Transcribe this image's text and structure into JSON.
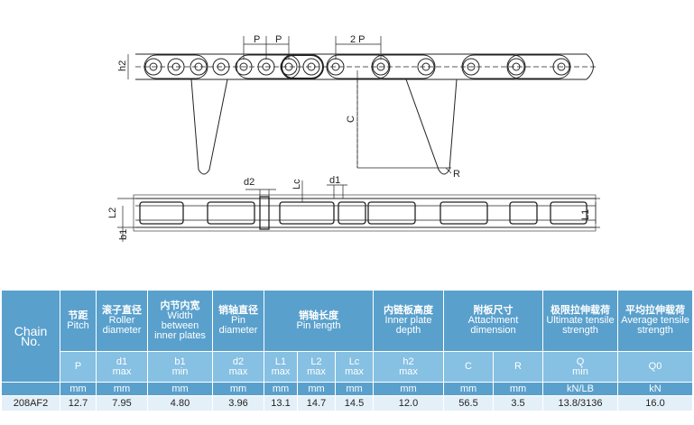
{
  "drawing": {
    "labels": {
      "p1": "P",
      "p2": "P",
      "two_p": "2 P",
      "h2": "h2",
      "c": "C",
      "r": "R",
      "d2": "d2",
      "lc": "Lc",
      "d1": "d1",
      "l2": "L2",
      "b1": "b1",
      "l1": "L1"
    }
  },
  "table": {
    "chain_no": "Chain No.",
    "columns": [
      {
        "cn": "节距",
        "en": "Pitch",
        "symbol": "P",
        "unit": "mm"
      },
      {
        "cn": "滚子直径",
        "en": "Roller diameter",
        "symbol": "d1",
        "sub": "max",
        "unit": "mm"
      },
      {
        "cn": "内节内宽",
        "en": "Width between inner plates",
        "symbol": "b1",
        "sub": "min",
        "unit": "mm"
      },
      {
        "cn": "销轴直径",
        "en": "Pin diameter",
        "symbol": "d2",
        "sub": "max",
        "unit": "mm"
      },
      {
        "cn": "销轴长度",
        "en": "Pin length"
      },
      {
        "cn": "内链板高度",
        "en": "Inner plate depth",
        "symbol": "h2",
        "sub": "max",
        "unit": "mm"
      },
      {
        "cn": "附板尺寸",
        "en": "Attachment dimension"
      },
      {
        "cn": "极限拉伸载荷",
        "en": "Ultimate tensile strength",
        "symbol": "Q",
        "sub": "min",
        "unit": "kN/LB"
      },
      {
        "cn": "平均拉伸载荷",
        "en": "Average tensile strength",
        "symbol": "Q0",
        "unit": "kN"
      }
    ],
    "pin_sub": [
      {
        "symbol": "L1",
        "sub": "max",
        "unit": "mm"
      },
      {
        "symbol": "L2",
        "sub": "max",
        "unit": "mm"
      },
      {
        "symbol": "Lc",
        "sub": "max",
        "unit": "mm"
      }
    ],
    "attach_sub": [
      {
        "symbol": "C",
        "unit": "mm"
      },
      {
        "symbol": "R",
        "unit": "mm"
      }
    ],
    "rows": [
      {
        "chain": "208AF2",
        "p": "12.7",
        "d1": "7.95",
        "b1": "4.80",
        "d2": "3.96",
        "l1": "13.1",
        "l2": "14.7",
        "lc": "14.5",
        "h2": "12.0",
        "c": "56.5",
        "r": "3.5",
        "q": "13.8/3136",
        "q0": "16.0"
      }
    ]
  }
}
